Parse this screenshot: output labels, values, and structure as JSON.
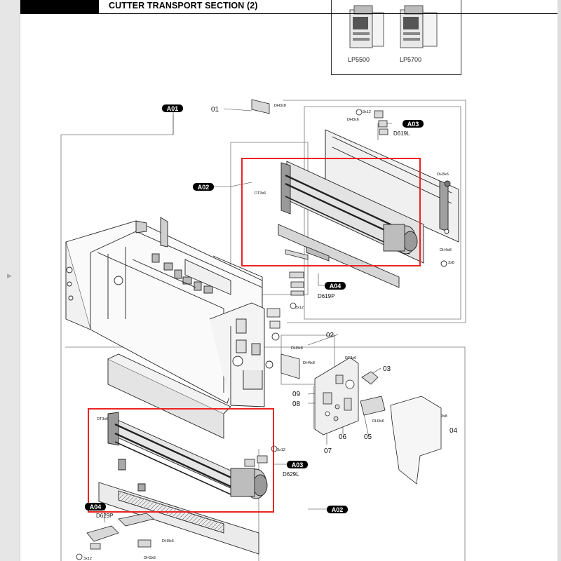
{
  "header": {
    "title": "CUTTER TRANSPORT SECTION (2)"
  },
  "models": [
    "LP5500",
    "LP5700"
  ],
  "assemblies": {
    "a01": "A01",
    "a02": "A02",
    "a03": "A03",
    "a04": "A04"
  },
  "parts": {
    "p01": "01",
    "p02": "02",
    "p03": "03",
    "p04": "04",
    "p05": "05",
    "p06": "06",
    "p07": "07",
    "p08": "08",
    "p09": "09"
  },
  "codes": {
    "d619l": "D619L",
    "d619p": "D619P",
    "d629l": "D629L",
    "d629p": "D629P"
  },
  "screws": {
    "dh3x8": "DH3x8",
    "dh3x6": "DH3x6",
    "dh4x8": "DH4x8",
    "dt3x6": "DT3x6",
    "s3x12": "3x12",
    "s3x8": "3x8"
  },
  "colors": {
    "highlight": "#ee2222",
    "line": "#1a1a1a",
    "part_fill": "#dcdcdc",
    "part_dark": "#8a8a8a"
  }
}
